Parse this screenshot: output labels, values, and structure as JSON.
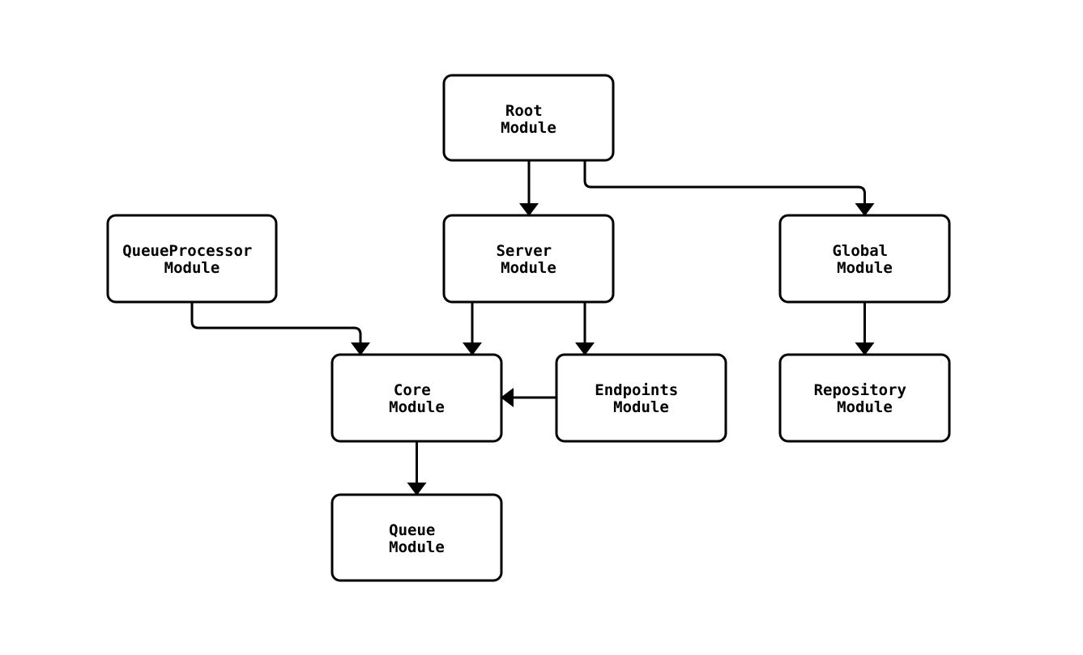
{
  "page": {
    "background_color": "#ffffff"
  },
  "diagram": {
    "type": "flowchart",
    "direction": "top-down",
    "colors": {
      "node_fill": "#ffffff",
      "node_stroke": "#000000",
      "edge_stroke": "#000000",
      "text": "#000000"
    },
    "nodes": {
      "root": {
        "line1": "Root",
        "line2": "Module"
      },
      "queue_processor": {
        "line1": "QueueProcessor",
        "line2": "Module"
      },
      "server": {
        "line1": "Server",
        "line2": "Module"
      },
      "global": {
        "line1": "Global",
        "line2": "Module"
      },
      "core": {
        "line1": "Core",
        "line2": "Module"
      },
      "endpoints": {
        "line1": "Endpoints",
        "line2": "Module"
      },
      "repository": {
        "line1": "Repository",
        "line2": "Module"
      },
      "queue": {
        "line1": "Queue",
        "line2": "Module"
      }
    },
    "edges": [
      {
        "from": "Root Module",
        "to": "Server Module"
      },
      {
        "from": "Root Module",
        "to": "Global Module"
      },
      {
        "from": "QueueProcessor Module",
        "to": "Core Module"
      },
      {
        "from": "Server Module",
        "to": "Core Module"
      },
      {
        "from": "Server Module",
        "to": "Endpoints Module"
      },
      {
        "from": "Endpoints Module",
        "to": "Core Module"
      },
      {
        "from": "Global Module",
        "to": "Repository Module"
      },
      {
        "from": "Core Module",
        "to": "Queue Module"
      }
    ]
  }
}
